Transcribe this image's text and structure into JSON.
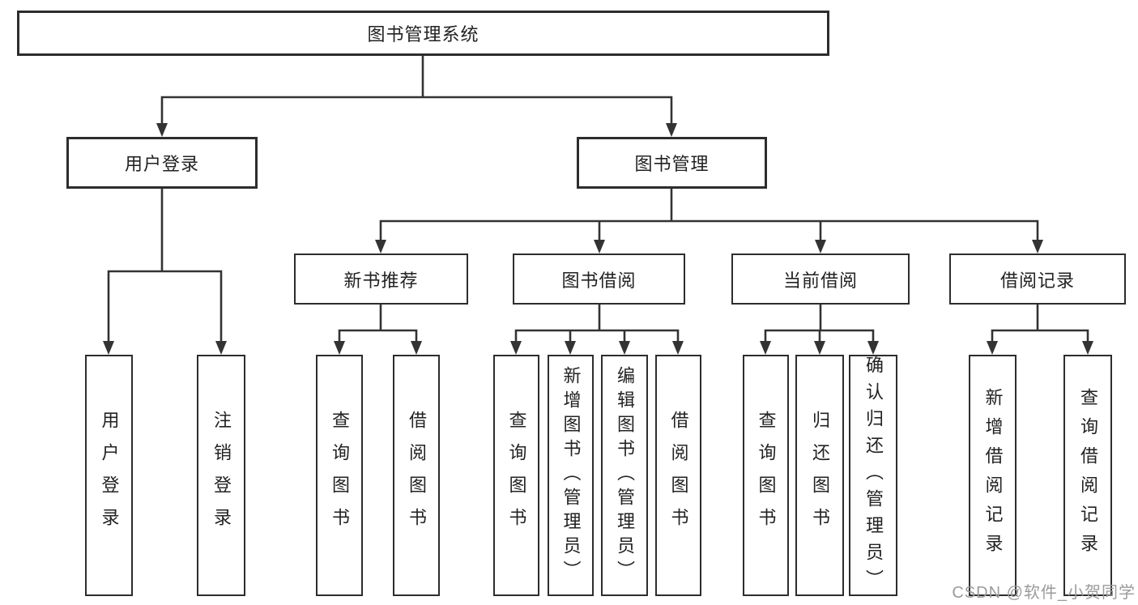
{
  "diagram": {
    "root": {
      "label": "图书管理系统"
    },
    "user_login": {
      "label": "用户登录",
      "children": [
        {
          "label": "用户登录"
        },
        {
          "label": "注销登录"
        }
      ]
    },
    "book_mgmt": {
      "label": "图书管理",
      "sections": [
        {
          "label": "新书推荐",
          "children": [
            {
              "label": "查询图书"
            },
            {
              "label": "借阅图书"
            }
          ]
        },
        {
          "label": "图书借阅",
          "children": [
            {
              "label": "查询图书"
            },
            {
              "label": "新增图书（管理员）"
            },
            {
              "label": "编辑图书（管理员）"
            },
            {
              "label": "借阅图书"
            }
          ]
        },
        {
          "label": "当前借阅",
          "children": [
            {
              "label": "查询图书"
            },
            {
              "label": "归还图书"
            },
            {
              "label": "确认归还（管理员）"
            }
          ]
        },
        {
          "label": "借阅记录",
          "children": [
            {
              "label": "新增借阅记录"
            },
            {
              "label": "查询借阅记录"
            }
          ]
        }
      ]
    }
  },
  "watermark": {
    "text": "CSDN @软件_小贺同学"
  },
  "colors": {
    "border": "#2d2d2d",
    "line": "#333333",
    "text": "#222222",
    "watermark": "#9b9b9b",
    "background": "#ffffff"
  }
}
